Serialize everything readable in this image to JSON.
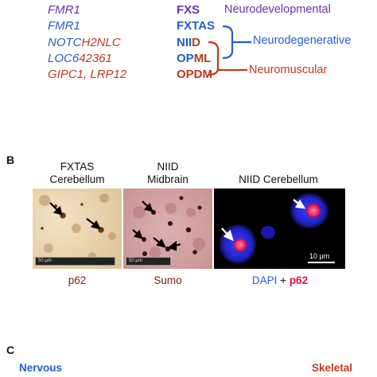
{
  "colors": {
    "purple": "#6a2fb0",
    "blue": "#1f5fd0",
    "red": "#c0391b",
    "stain_brown": "#7a2210"
  },
  "panel_a": {
    "genes": [
      {
        "parts": [
          {
            "text": "FMR1",
            "color": "purple"
          }
        ]
      },
      {
        "parts": [
          {
            "text": "FMR1",
            "color": "blue"
          }
        ]
      },
      {
        "parts": [
          {
            "text": "NOTC",
            "color": "blue"
          },
          {
            "text": "H2NLC",
            "color": "red"
          }
        ]
      },
      {
        "parts": [
          {
            "text": "LOC6",
            "color": "blue"
          },
          {
            "text": "42361",
            "color": "red"
          }
        ]
      },
      {
        "parts": [
          {
            "text": "GIPC1, LRP12",
            "color": "red"
          }
        ]
      }
    ],
    "diseases": [
      {
        "parts": [
          {
            "text": "FXS",
            "color": "purple"
          }
        ]
      },
      {
        "parts": [
          {
            "text": "FXTAS",
            "color": "blue"
          }
        ]
      },
      {
        "parts": [
          {
            "text": "NII",
            "color": "blue"
          },
          {
            "text": "D",
            "color": "red"
          }
        ]
      },
      {
        "parts": [
          {
            "text": "OP",
            "color": "blue"
          },
          {
            "text": "ML",
            "color": "red"
          }
        ]
      },
      {
        "parts": [
          {
            "text": "OPDM",
            "color": "red"
          }
        ]
      }
    ],
    "categories": {
      "neurodevelopmental": "Neurodevelopmental",
      "neurodegenerative": "Neurodegenerative",
      "neuromuscular": "Neuromuscular"
    }
  },
  "panel_b": {
    "letter": "B",
    "images": [
      {
        "title_line1": "FXTAS",
        "title_line2": "Cerebellum",
        "stain": "p62",
        "scale": "50 µm"
      },
      {
        "title_line1": "NIID",
        "title_line2": "Midbrain",
        "stain": "Sumo",
        "scale": "50 µm"
      },
      {
        "title_line1": "NIID Cerebellum",
        "title_line2": "",
        "stain_a": "DAPI",
        "stain_plus": " + ",
        "stain_b": "p62",
        "scale": "10 µm"
      }
    ]
  },
  "panel_c": {
    "letter": "C",
    "left_label": "Nervous",
    "right_label": "Skeletal"
  }
}
